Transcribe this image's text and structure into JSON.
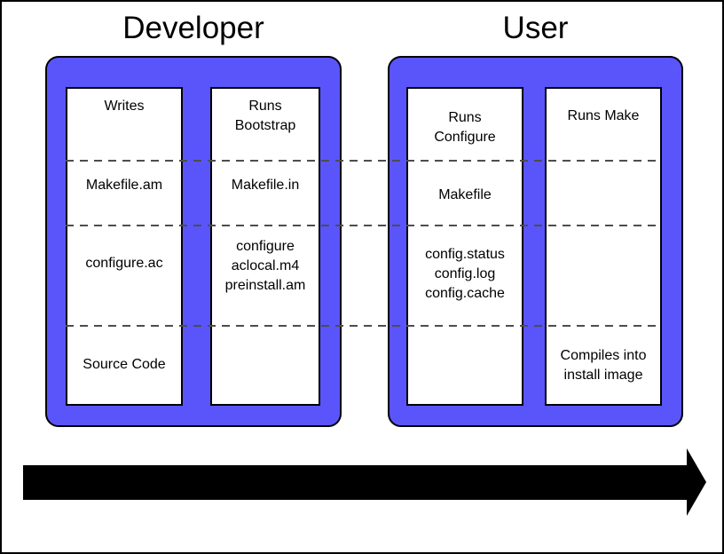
{
  "titles": {
    "developer": "Developer",
    "user": "User"
  },
  "colors": {
    "box_fill": "#5a55fa",
    "outline": "#000000",
    "dash": "#4d4d4d",
    "arrow": "#000000"
  },
  "developer": {
    "col1": {
      "row1": "Writes",
      "row2": "Makefile.am",
      "row3": "configure.ac",
      "row4": "Source Code"
    },
    "col2": {
      "row1": "Runs\nBootstrap",
      "row2": "Makefile.in",
      "row3": "configure\naclocal.m4\npreinstall.am"
    }
  },
  "user": {
    "col1": {
      "row1": "Runs\nConfigure",
      "row2": "Makefile",
      "row3": "config.status\nconfig.log\nconfig.cache"
    },
    "col2": {
      "row1": "Runs Make",
      "row4": "Compiles into\ninstall image"
    }
  }
}
